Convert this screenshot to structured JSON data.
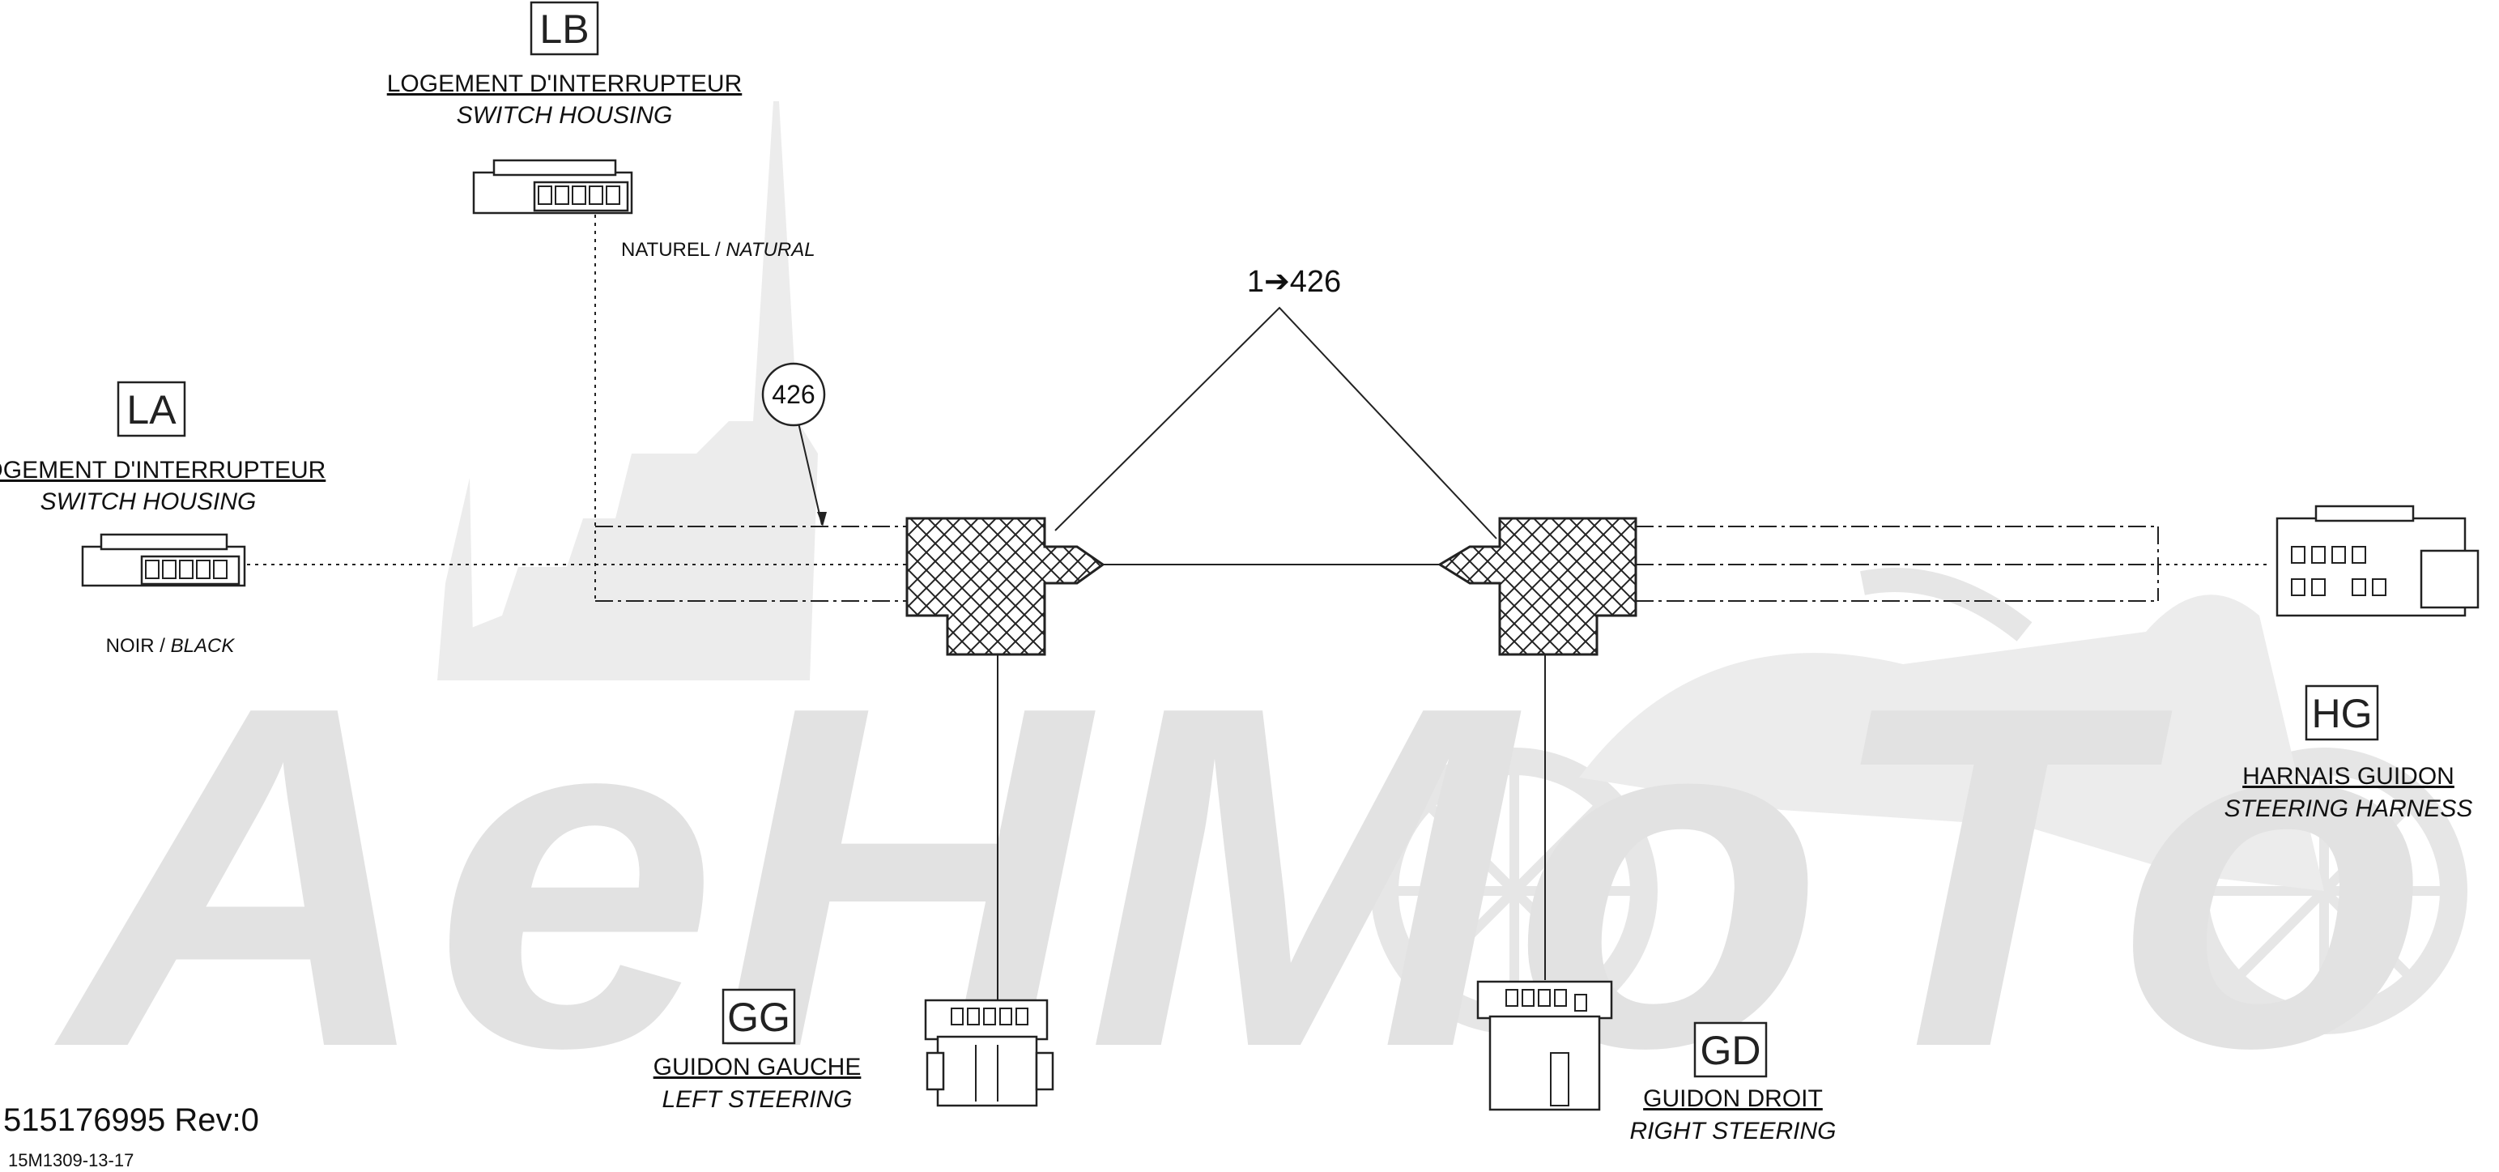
{
  "connectors": [
    {
      "id": "LB",
      "code": "LB",
      "label_fr": "LOGEMENT D'INTERRUPTEUR",
      "label_en": "SWITCH HOUSING",
      "color_fr": "NATUREL",
      "color_en": "NATURAL"
    },
    {
      "id": "LA",
      "code": "LA",
      "label_fr": "LOGEMENT D'INTERRUPTEUR",
      "label_en": "SWITCH HOUSING",
      "color_fr": "NOIR",
      "color_en": "BLACK"
    },
    {
      "id": "HG",
      "code": "HG",
      "label_fr": "HARNAIS GUIDON",
      "label_en": "STEERING HARNESS"
    },
    {
      "id": "GG",
      "code": "GG",
      "label_fr": "GUIDON GAUCHE",
      "label_en": "LEFT STEERING"
    },
    {
      "id": "GD",
      "code": "GD",
      "label_fr": "GUIDON DROIT",
      "label_en": "RIGHT STEERING"
    }
  ],
  "circle_label": "426",
  "range_label": "1➔426",
  "part_number": "515176995 Rev:0",
  "drawing_code": "15M1309-13-17",
  "watermark": {
    "text": "AeHMoTo",
    "color": "#e2e2e2"
  },
  "colors": {
    "line": "#222222",
    "box_border": "#333333",
    "watermark": "#e2e2e2"
  }
}
